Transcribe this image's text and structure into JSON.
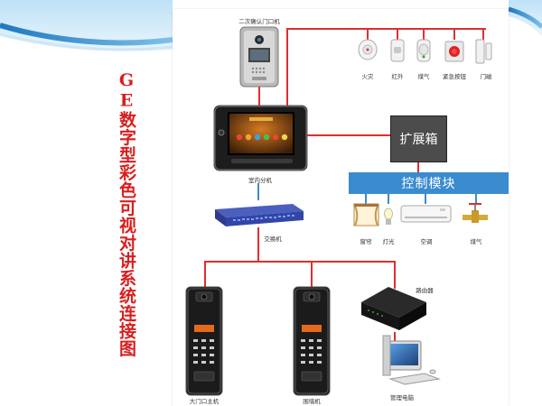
{
  "title": "GE数字型彩色可视对讲系统连接图",
  "labels": {
    "door_camera": "二次确认门口机",
    "indoor_unit": "室内分机",
    "switch": "交换机",
    "router": "路由器",
    "main_gate": "大门口主机",
    "wall_unit": "围墙机",
    "pc": "管理电脑",
    "expansion": "扩展箱",
    "control_module": "控制模块"
  },
  "sensors": [
    "火灾",
    "红外",
    "煤气",
    "紧急按钮",
    "门磁"
  ],
  "appliances": [
    "窗帘",
    "灯光",
    "空调",
    "煤气"
  ],
  "colors": {
    "line": "#e02d2d",
    "title": "#d81e1e",
    "accent_blue": "#3b8bcf",
    "dark_box": "#4c4c4c"
  }
}
